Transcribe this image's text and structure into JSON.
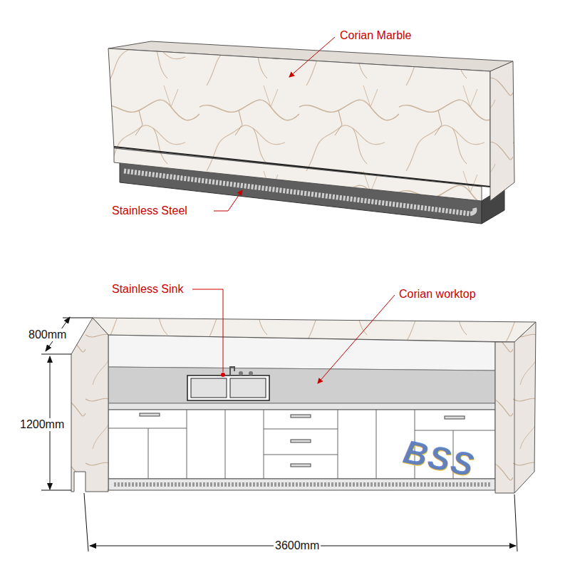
{
  "diagram": {
    "labels": [
      "Corian Marble",
      "Stainless Steel",
      "Stainless Sink",
      "Corian worktop",
      "800mm",
      "1200mm",
      "3600mm",
      "BSS"
    ]
  }
}
